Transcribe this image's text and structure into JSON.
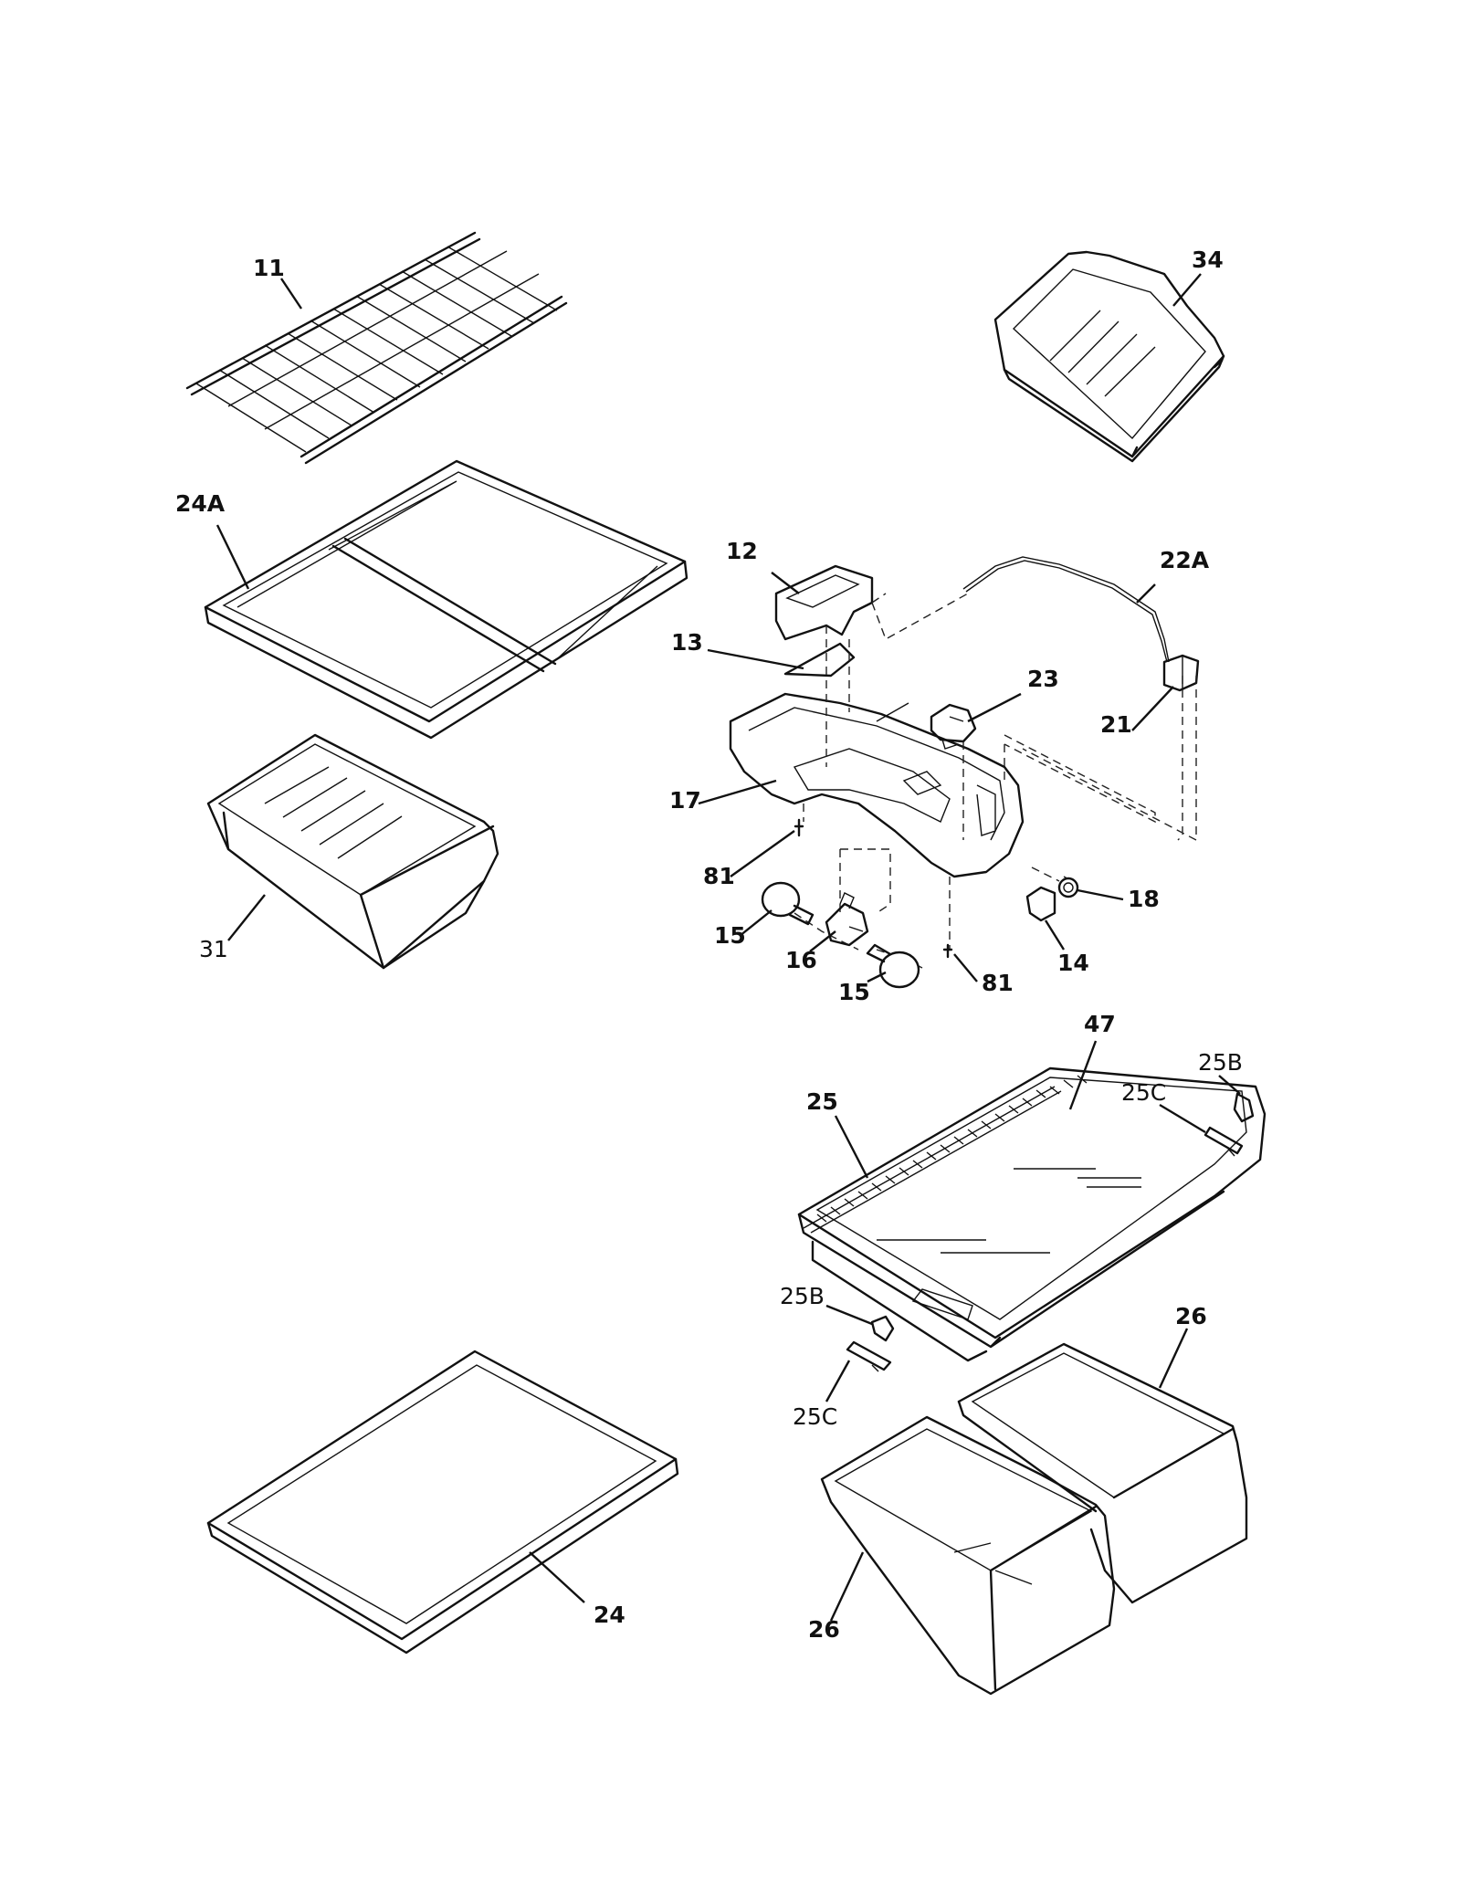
{
  "labels": {
    "l11": "11",
    "l34": "34",
    "l24A": "24A",
    "l12": "12",
    "l22A": "22A",
    "l13": "13",
    "l23": "23",
    "l21": "21",
    "l17": "17",
    "l81a": "81",
    "l18": "18",
    "l31": "31",
    "l15a": "15",
    "l16": "16",
    "l15b": "15",
    "l81b": "81",
    "l14": "14",
    "l47": "47",
    "l25B_top": "25B",
    "l25": "25",
    "l25C_top": "25C",
    "l25B_bot": "25B",
    "l25C_bot": "25C",
    "l26_right": "26",
    "l26_left": "26",
    "l24": "24"
  }
}
